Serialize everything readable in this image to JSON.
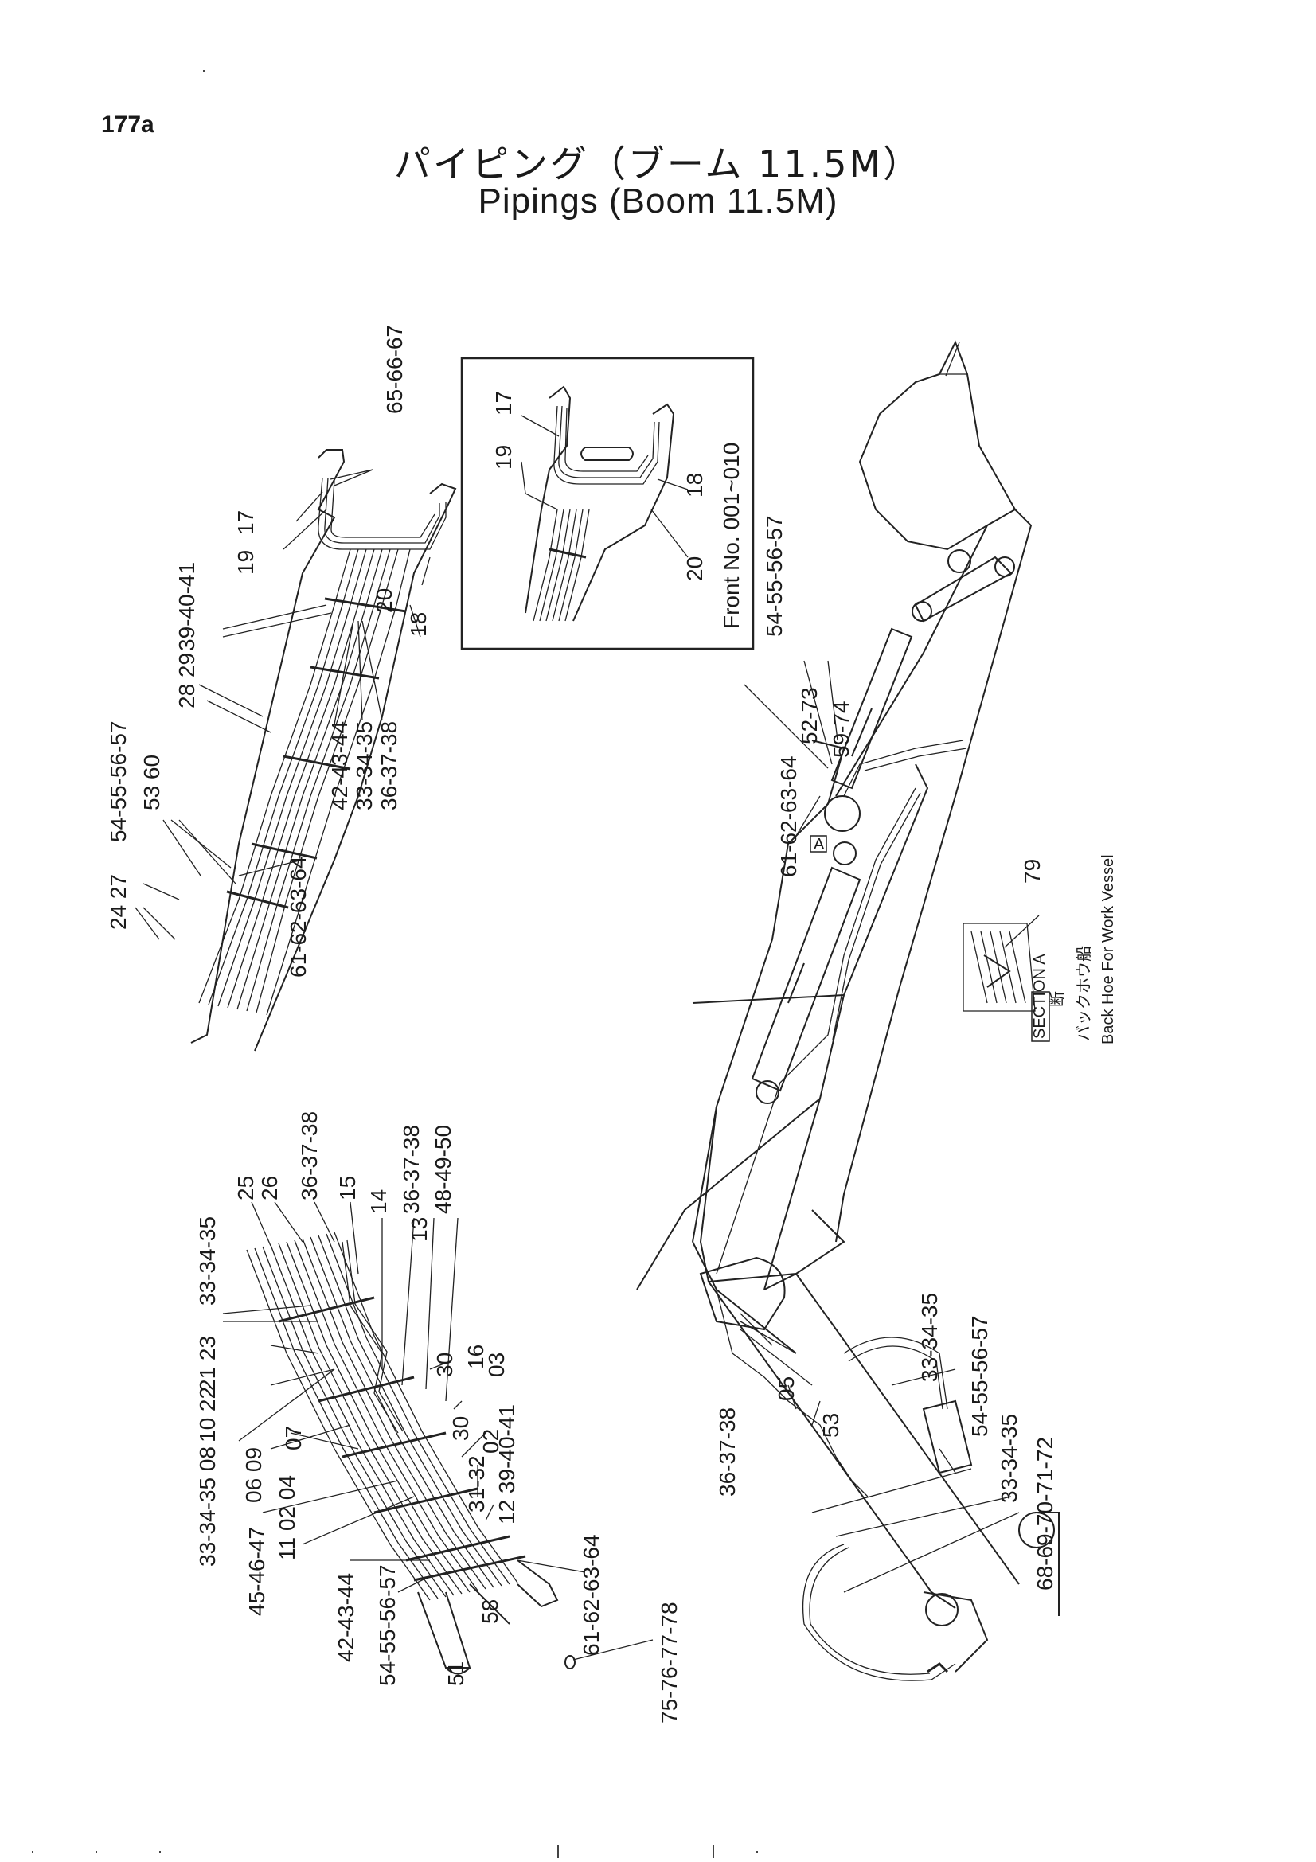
{
  "page_number": "177a",
  "title_jp": "パイピング（ブーム 11.5M）",
  "title_en": "Pipings (Boom 11.5M)",
  "front_no": "Front No. 001~010",
  "section_label": "SECTION A",
  "section_jp": "断",
  "back_hoe_jp": "バックホウ船",
  "back_hoe_en": "Back Hoe For Work Vessel",
  "section_marker": "A",
  "labels": {
    "l_65_66_67": "65-66-67",
    "l_17a": "17",
    "l_19a": "19",
    "l_18a": "18",
    "l_20a": "20",
    "l_39_40_41a": "39-40-41",
    "l_28_29": "28 29",
    "l_42_43_44a": "42-43-44",
    "l_33_34_35a": "33-34-35",
    "l_36_37_38a": "36-37-38",
    "l_54_55_56_57a": "54-55-56-57",
    "l_53_60": "53 60",
    "l_24_27": "24 27",
    "l_61_62_63_64a": "61-62-63-64",
    "l_17b": "17",
    "l_19b": "19",
    "l_18b": "18",
    "l_20b": "20",
    "l_54_55_56_57b": "54-55-56-57",
    "l_52_73": "52-73",
    "l_59_74": "59-74",
    "l_61_62_63_64b": "61-62-63-64",
    "l_79": "79",
    "l_25": "25",
    "l_26": "26",
    "l_36_37_38b": "36-37-38",
    "l_15": "15",
    "l_14": "14",
    "l_36_37_38c": "36-37-38",
    "l_13": "13",
    "l_48_49_50": "48-49-50",
    "l_33_34_35b": "33-34-35",
    "l_21_23": "21 23",
    "l_10_22": "10 22",
    "l_33_34_35_08": "33-34-35 08",
    "l_06_09": "06   09",
    "l_07": "07",
    "l_30a": "30",
    "l_16": "16",
    "l_03": "03",
    "l_30b": "30",
    "l_02": "02",
    "l_31_32": "31-32",
    "l_12_39_40_41": "12 39-40-41",
    "l_11_02_04": "11 02 04",
    "l_45_46_47": "45-46-47",
    "l_42_43_44b": "42-43-44",
    "l_54_55_56_57c": "54-55-56-57",
    "l_51": "51",
    "l_58": "58",
    "l_61_62_63_64c": "61-62-63-64",
    "l_75_76_77_78": "75-76-77-78",
    "l_36_37_38d": "36-37-38",
    "l_05": "05",
    "l_53b": "53",
    "l_33_34_35c": "33-34-35",
    "l_54_55_56_57d": "54-55-56-57",
    "l_33_34_35d": "33-34-35",
    "l_68_72": "68-69-70-71-72"
  }
}
